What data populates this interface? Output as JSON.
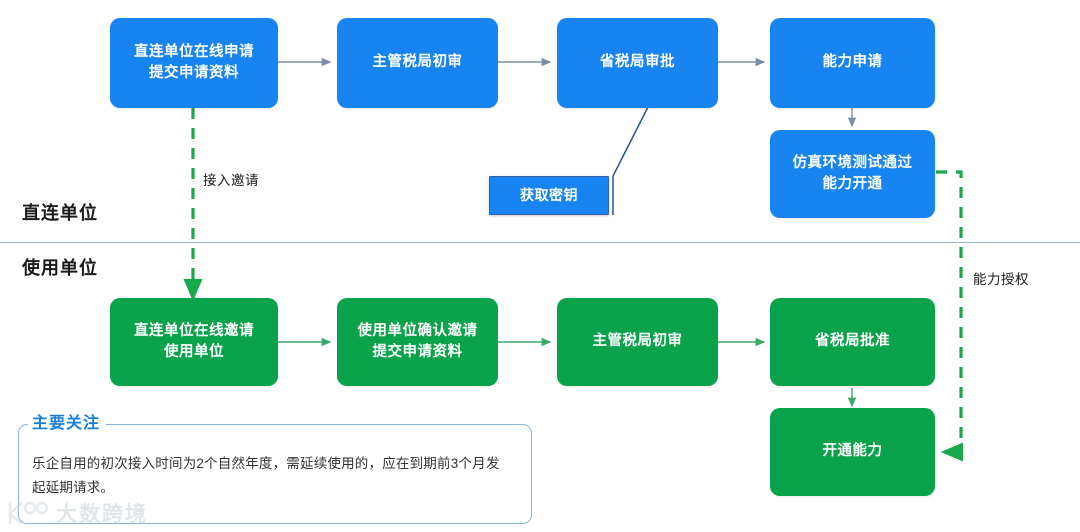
{
  "diagram": {
    "lanes": [
      {
        "label": "直连单位"
      },
      {
        "label": "使用单位"
      }
    ],
    "nodes": {
      "apply_submit": "直连单位在线申请\n提交申请资料",
      "bureau_review_1": "主管税局初审",
      "province_approve": "省税局审批",
      "capability_apply": "能力申请",
      "sim_test_pass": "仿真环境测试通过\n能力开通",
      "get_secret_key": "获取密钥",
      "invite_user_org": "直连单位在线邀请\n使用单位",
      "confirm_invite": "使用单位确认邀请\n提交申请资料",
      "bureau_review_2": "主管税局初审",
      "province_grant": "省税局批准",
      "enable_capability": "开通能力"
    },
    "edge_labels": {
      "access_invite": "接入邀请",
      "capability_grant": "能力授权"
    },
    "colors": {
      "blue": "#1884f2",
      "green": "#0AA34B",
      "arrow_blue": "#7d8fa8",
      "arrow_green": "#3aa868",
      "dashed_green": "#17a94c",
      "lane_line": "#9fb4c6",
      "note_border": "#8ab6d9",
      "note_title": "#1a7fd4"
    }
  },
  "note": {
    "title": "主要关注",
    "body": "乐企自用的初次接入时间为2个自然年度，需延续使用的，应在到期前3个月发起延期请求。"
  },
  "watermark": {
    "text": "大数跨境"
  }
}
